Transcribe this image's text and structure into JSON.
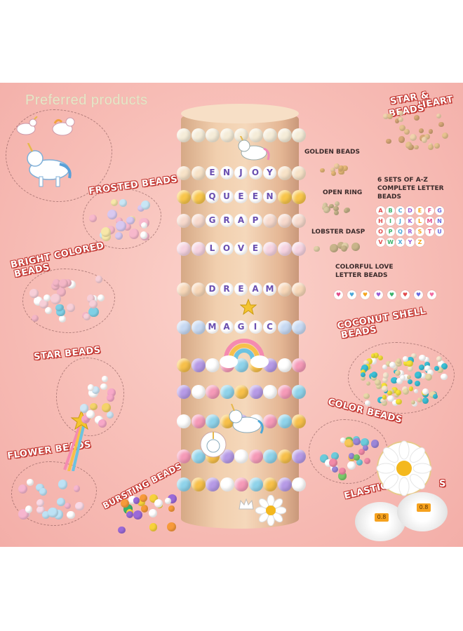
{
  "title": "Preferred products",
  "labels": {
    "star_heart": [
      "STAR &",
      "HEART",
      "BEADS"
    ],
    "golden": "GOLDEN BEADS",
    "az": [
      "6 SETS OF A-Z",
      "COMPLETE LETTER",
      "BEADS"
    ],
    "open_ring": "OPEN RING",
    "lobster": "LOBSTER DASP",
    "love_letter": [
      "COLORFUL LOVE",
      "LETTER BEADS"
    ],
    "coconut": [
      "COCONUT SHELL",
      "BEADS"
    ],
    "color": "COLOR BEADS",
    "elastic": "ELASTIC",
    "strings_suffix": "S",
    "frosted": "FROSTED BEADS",
    "bright": [
      "BRIGHT COLORED",
      "BEADS"
    ],
    "star": "STAR BEADS",
    "flower": "FLOWER BEADS",
    "bursting": "BURSTING BEADS"
  },
  "bracelet_words": [
    "ENJOY",
    "QUEEN",
    "GRAP",
    "LOVE",
    "DREAM",
    "MAGIC"
  ],
  "alphabet": [
    "A",
    "B",
    "C",
    "D",
    "E",
    "F",
    "G",
    "H",
    "I",
    "J",
    "K",
    "L",
    "M",
    "N",
    "O",
    "P",
    "Q",
    "R",
    "S",
    "T",
    "U",
    "V",
    "W",
    "X",
    "Y",
    "Z"
  ],
  "spool_text": "0.8",
  "colors": {
    "label_outline": "#c0322d",
    "background": "#f7bcb5",
    "tube": "#f1cfae"
  }
}
